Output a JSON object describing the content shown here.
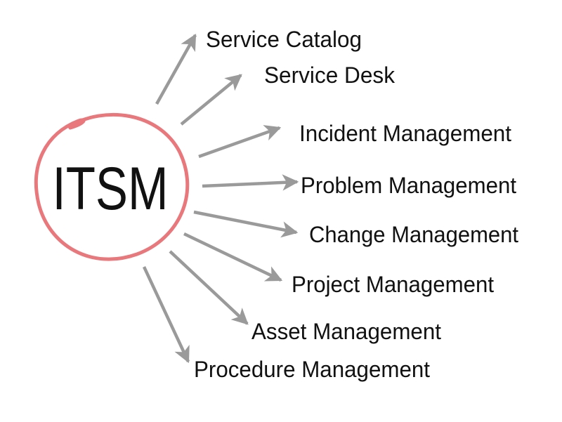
{
  "hub": {
    "title": "ITSM",
    "ring_color": "#e9787c"
  },
  "arrow_color": "#9a9a9a",
  "text_color": "#111111",
  "spokes": [
    {
      "label": "Service Catalog"
    },
    {
      "label": "Service Desk"
    },
    {
      "label": "Incident Management"
    },
    {
      "label": "Problem Management"
    },
    {
      "label": "Change Management"
    },
    {
      "label": "Project Management"
    },
    {
      "label": "Asset Management"
    },
    {
      "label": "Procedure Management"
    }
  ]
}
